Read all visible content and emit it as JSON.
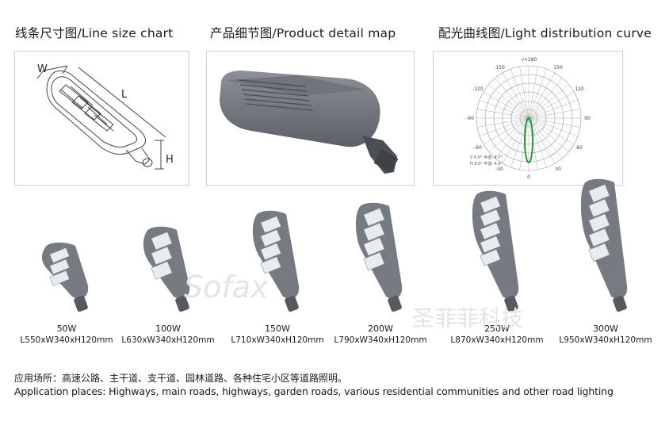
{
  "headers": {
    "line_size": "线条尺寸图/Line size chart",
    "product_detail": "产品细节图/Product detail map",
    "light_curve": "配光曲线图/Light distribution curve"
  },
  "line_drawing": {
    "w": "W",
    "l": "L",
    "h": "H"
  },
  "polar": {
    "ticks": [
      "0",
      "30",
      "60",
      "90",
      "120",
      "150",
      "180",
      "-150",
      "-120",
      "-90",
      "-60",
      "-30"
    ],
    "top_label": "-/+180",
    "legend": [
      "V 0.0°  半值: 4.7°",
      "H 0.0°  半值: 4.0°"
    ],
    "colors": {
      "curve": "#1f9a3a",
      "grid": "#9a9a9a"
    }
  },
  "models": [
    {
      "watt": "50W",
      "dims": "L550xW340xH120mm"
    },
    {
      "watt": "100W",
      "dims": "L630xW340xH120mm"
    },
    {
      "watt": "150W",
      "dims": "L710xW340xH120mm"
    },
    {
      "watt": "200W",
      "dims": "L790xW340xH120mm"
    },
    {
      "watt": "250W",
      "dims": "L870xW340xH120mm"
    },
    {
      "watt": "300W",
      "dims": "L950xW340xH120mm"
    }
  ],
  "application": {
    "cn": "应用场所：高速公路、主干道、支干道、园林道路、各种住宅小区等道路照明。",
    "en": "Application places: Highways, main roads, highways, garden roads, various residential communities and other road lighting"
  },
  "watermark": {
    "brand": "Sofax",
    "company_cn": "圣菲菲科技"
  }
}
